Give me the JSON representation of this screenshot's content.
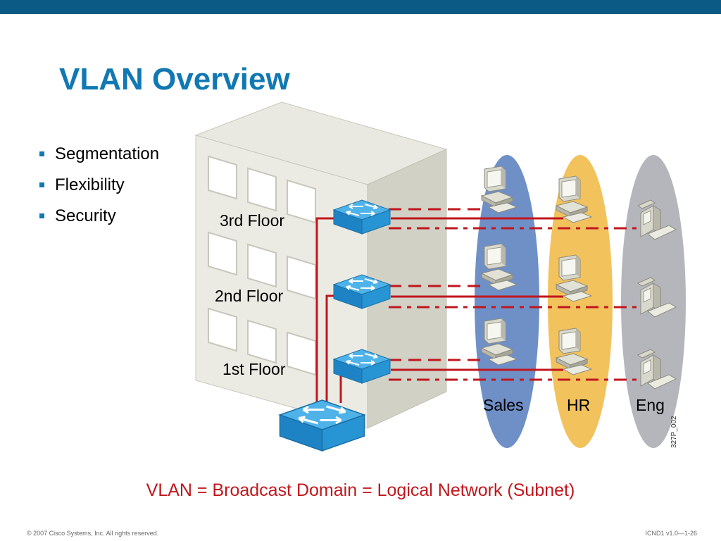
{
  "slide": {
    "title": "VLAN Overview",
    "bullets": [
      "Segmentation",
      "Flexibility",
      "Security"
    ],
    "caption": "VLAN = Broadcast Domain = Logical Network (Subnet)",
    "footer_left": "© 2007 Cisco Systems, Inc. All rights reserved.",
    "footer_right": "ICND1 v1.0—1-26"
  },
  "diagram": {
    "floors": [
      "3rd Floor",
      "2nd Floor",
      "1st Floor"
    ],
    "groups": [
      {
        "name": "Sales",
        "color": "#6f8fc7"
      },
      {
        "name": "HR",
        "color": "#f2c25d"
      },
      {
        "name": "Eng",
        "color": "#b4b6bc"
      }
    ],
    "figure_code": "327P_002"
  },
  "colors": {
    "brand_bar": "#0a5a85",
    "title": "#1178b3",
    "link": "#c0171d",
    "switch": "#2f9ad8"
  }
}
